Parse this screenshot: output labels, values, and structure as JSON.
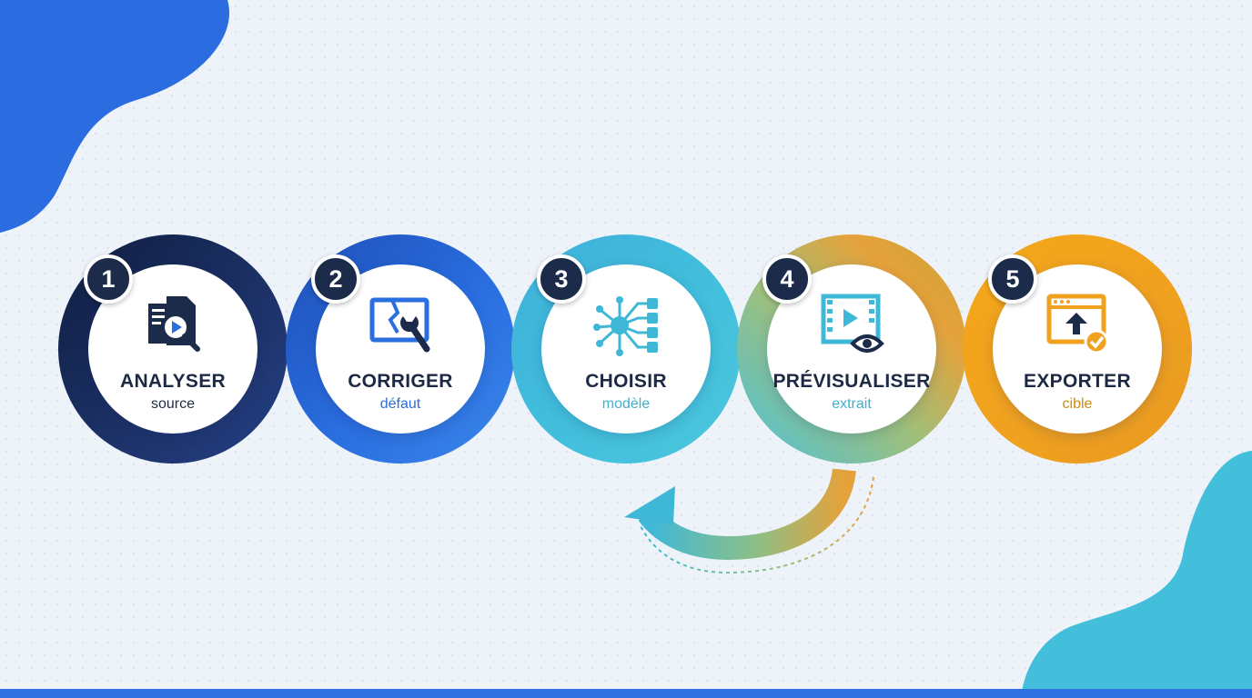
{
  "steps": [
    {
      "number": "1",
      "title": "ANALYSER",
      "subtitle": "source",
      "icon": "document-video-search-icon",
      "color": "#1c3166"
    },
    {
      "number": "2",
      "title": "CORRIGER",
      "subtitle": "défaut",
      "icon": "broken-screen-wrench-icon",
      "color": "#2a6ee0"
    },
    {
      "number": "3",
      "title": "CHOISIR",
      "subtitle": "modèle",
      "icon": "network-nodes-icon",
      "color": "#3fb8d8"
    },
    {
      "number": "4",
      "title": "PRÉVISUALISER",
      "subtitle": "extrait",
      "icon": "film-eye-icon",
      "color": "#e7a23a"
    },
    {
      "number": "5",
      "title": "EXPORTER",
      "subtitle": "cible",
      "icon": "window-upload-check-icon",
      "color": "#f0a11f"
    }
  ],
  "colors": {
    "navy": "#1c3166",
    "blue": "#2a6ee0",
    "cyan": "#3fb8d8",
    "orange": "#f0a11f",
    "background": "#eef3fa"
  }
}
